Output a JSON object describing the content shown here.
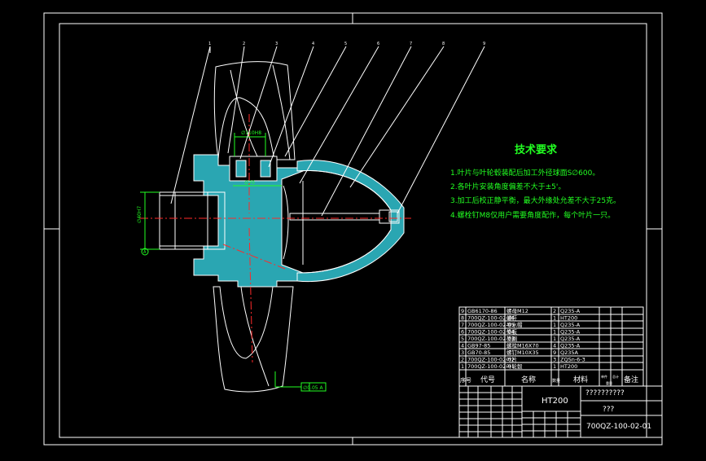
{
  "colors": {
    "background": "#000000",
    "frame": "#ffffff",
    "part_outline": "#ffffff",
    "section_fill": "#2aa6b2",
    "centerline": "#ff2a2a",
    "leader": "#ffffff",
    "notes_text": "#22ff22"
  },
  "tech_requirements": {
    "title": "技术要求",
    "items": [
      "1.叶片与叶轮毂装配后加工外径球面S∅600。",
      "2.各叶片安装角度偏差不大于±5'。",
      "3.加工后校正静平衡，最大外缘处允差不大于25克。",
      "4.螺栓钉M8仅用户需要角度配作，每个叶片一只。"
    ]
  },
  "balloons": [
    "1",
    "2",
    "3",
    "4",
    "5",
    "6",
    "7",
    "8",
    "9"
  ],
  "dimensions": {
    "shaft_bore": "∅40H7",
    "hub_width": "∅110H8",
    "hub_inner": "∅70",
    "datum_label": "A",
    "tolerance_frame": "∅0.05 A"
  },
  "parts_list": {
    "rows": [
      {
        "no": "9",
        "code": "GB6170-86",
        "name": "螺母M12",
        "qty": "2",
        "material": "Q235-A"
      },
      {
        "no": "8",
        "code": "700QZ-100-02-06",
        "name": "螺杆",
        "qty": "1",
        "material": "HT200"
      },
      {
        "no": "7",
        "code": "700QZ-100-02-05",
        "name": "导水帽",
        "qty": "1",
        "material": "Q235-A"
      },
      {
        "no": "6",
        "code": "700QZ-100-02-04",
        "name": "垫板",
        "qty": "1",
        "material": "Q235-A"
      },
      {
        "no": "5",
        "code": "700QZ-100-02-03",
        "name": "垫圈",
        "qty": "1",
        "material": "Q235-A"
      },
      {
        "no": "4",
        "code": "GB97-85",
        "name": "螺栓M16X70",
        "qty": "4",
        "material": "Q235-A"
      },
      {
        "no": "3",
        "code": "GB70-85",
        "name": "螺钉M10X35",
        "qty": "9",
        "material": "Q235A"
      },
      {
        "no": "2",
        "code": "700QZ-100-02-02",
        "name": "叶片",
        "qty": "3",
        "material": "ZQSn-6-3"
      },
      {
        "no": "1",
        "code": "700QZ-100-02-01",
        "name": "叶轮毂",
        "qty": "1",
        "material": "HT200"
      }
    ],
    "headers": {
      "no": "序号",
      "code": "代号",
      "name": "名称",
      "qty": "数量",
      "material": "材料",
      "unit": "单件",
      "total": "总计",
      "weight": "重量",
      "remarks": "备注"
    }
  },
  "title_block": {
    "material": "HT200",
    "name_placeholder": "??????????",
    "company_placeholder": "???",
    "drawing_no": "700QZ-100-02-01"
  }
}
